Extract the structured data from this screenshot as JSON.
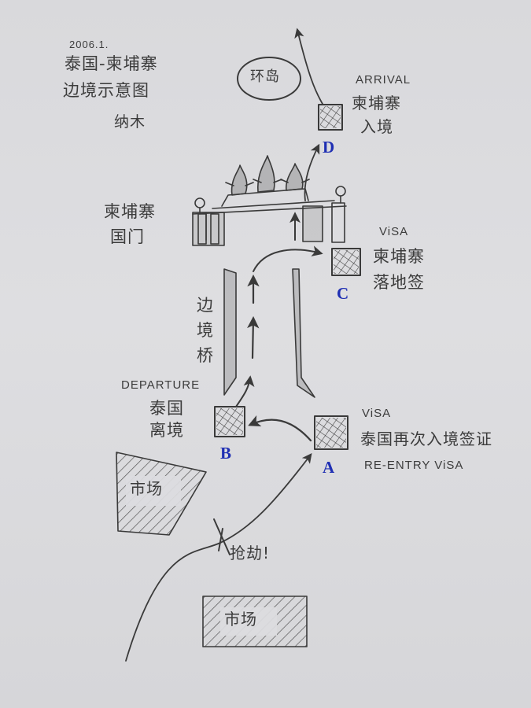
{
  "header": {
    "date": "2006.1.",
    "title_line1": "泰国-柬埔寨",
    "title_line2": "边境示意图",
    "author": "纳木"
  },
  "roundabout": {
    "label": "环岛"
  },
  "checkpoints": {
    "A": {
      "letter": "A",
      "label_en": "ViSA",
      "label_cn": "泰国再次入境签证",
      "label_en2": "RE-ENTRY ViSA"
    },
    "B": {
      "letter": "B",
      "label_en": "DEPARTURE",
      "label_cn_line1": "泰国",
      "label_cn_line2": "离境"
    },
    "C": {
      "letter": "C",
      "label_en": "ViSA",
      "label_cn_line1": "柬埔寨",
      "label_cn_line2": "落地签"
    },
    "D": {
      "letter": "D",
      "label_en": "ARRIVAL",
      "label_cn_line1": "柬埔寨",
      "label_cn_line2": "入境"
    }
  },
  "gate": {
    "label_line1": "柬埔寨",
    "label_line2": "国门"
  },
  "bridge": {
    "label": "边境桥"
  },
  "markets": {
    "upper": "市场",
    "lower": "市场"
  },
  "warning": {
    "label": "抢劫!"
  },
  "colors": {
    "pencil": "#3c3c3c",
    "letters": "#1f2fb3",
    "paper": "#dcdcdf"
  }
}
